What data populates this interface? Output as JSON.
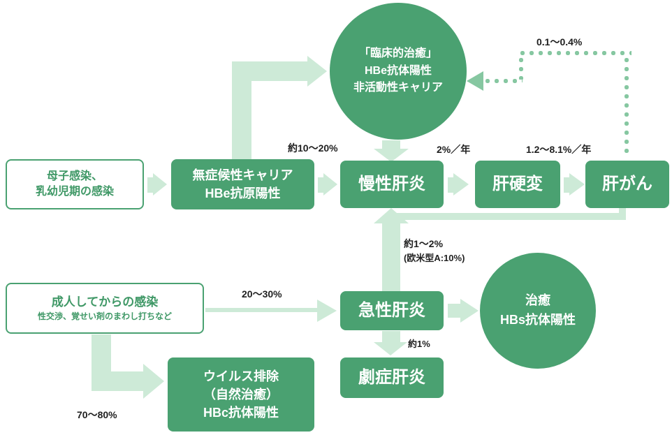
{
  "colors": {
    "node_green": "#4aa171",
    "arrow_light_green": "#cdead7",
    "dotted_green": "#86c7a1",
    "label_text": "#1f1f1f",
    "background": "#ffffff"
  },
  "nodes": {
    "clinical_cure": {
      "lines": [
        "「臨床的治癒」",
        "HBe抗体陽性",
        "非活動性キャリア"
      ]
    },
    "maternal_infection": {
      "lines": [
        "母子感染、",
        "乳幼児期の感染"
      ]
    },
    "asymptomatic_carrier": {
      "lines": [
        "無症候性キャリア",
        "HBe抗原陽性"
      ]
    },
    "chronic_hepatitis": {
      "label": "慢性肝炎"
    },
    "cirrhosis": {
      "label": "肝硬変"
    },
    "liver_cancer": {
      "label": "肝がん"
    },
    "adult_infection": {
      "title": "成人してからの感染",
      "subtitle": "性交渉、覚せい剤のまわし打ちなど"
    },
    "acute_hepatitis": {
      "label": "急性肝炎"
    },
    "cure": {
      "lines": [
        "治癒",
        "HBs抗体陽性"
      ]
    },
    "fulminant_hepatitis": {
      "label": "劇症肝炎"
    },
    "virus_elimination": {
      "lines": [
        "ウイルス排除",
        "（自然治癒）",
        "HBc抗体陽性"
      ]
    }
  },
  "rates": {
    "carrier_to_chronic": "約10〜20%",
    "chronic_to_cirrhosis": "2%／年",
    "cirrhosis_to_cancer": "1.2〜8.1%／年",
    "cancer_to_cure_dotted": "0.1〜0.4%",
    "adult_to_acute": "20〜30%",
    "acute_to_chronic_line1": "約1〜2%",
    "acute_to_chronic_line2": "(欧米型A:10%)",
    "acute_to_fulminant": "約1%",
    "adult_to_elimination": "70〜80%"
  }
}
